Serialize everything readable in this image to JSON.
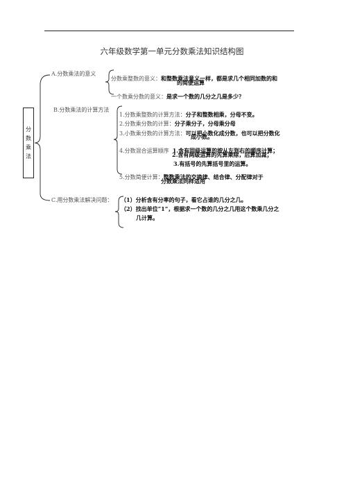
{
  "title": "六年级数学第一单元分数乘法知识结构图",
  "root": {
    "chars": [
      "分",
      "数",
      "乘",
      "法"
    ]
  },
  "sectionA": {
    "label": "A.分数乘法的意义",
    "items": [
      {
        "label": "分数乘整数的意义：",
        "text": "和整数乘法意义一样，都是求几个相同加数的和",
        "cont": "的简便运算"
      },
      {
        "label": "一个数乘分数的意义：",
        "text": "是求一个数的几分之几是多少？"
      }
    ]
  },
  "sectionB": {
    "label": "B.分数乘法的计算方法",
    "items": [
      {
        "label": "1.分数乘整数的计算方法：",
        "text": "分子和整数相乘，分母不变。"
      },
      {
        "label": "2.分数乘分数的计算：",
        "text": "分子乘分子，分母乘分母"
      },
      {
        "label": "3.小数乘分数的计算方法：",
        "text": "可以把小数化成分数，也可以把分数化",
        "cont": "成小数。"
      },
      {
        "label": "4.分数混合运算顺序",
        "lines": [
          "1.含有同级运算的按从左到右的顺序计算；",
          "2.含有两级运算的先算乘除，后算加减；",
          "3.有括号的先算括号里的运算。"
        ]
      },
      {
        "label": "5.分数简便计算：",
        "text": "整数乘法的交换律、结合律、分配律对于",
        "cont": "分数乘法同样适用"
      }
    ]
  },
  "sectionC": {
    "label": "C.用分数乘法解决问题：",
    "items": [
      {
        "text": "（1）分析含有分率的句子，看它占谁的几分之几。"
      },
      {
        "text": "（2）找出单位“1”，根据求一个数的几分之几用这个数乘几分之",
        "cont": "几计算。"
      }
    ]
  }
}
